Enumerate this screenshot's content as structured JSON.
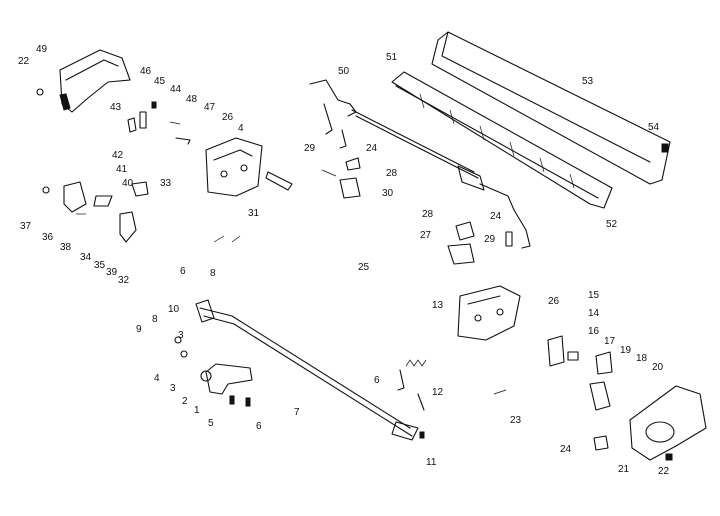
{
  "callouts": [
    "49",
    "22",
    "46",
    "45",
    "44",
    "48",
    "47",
    "26",
    "4",
    "43",
    "42",
    "41",
    "40",
    "33",
    "31",
    "37",
    "36",
    "38",
    "34",
    "35",
    "39",
    "32",
    "6",
    "8",
    "50",
    "51",
    "53",
    "54",
    "29",
    "24",
    "28",
    "30",
    "52",
    "28",
    "27",
    "29",
    "24",
    "25",
    "13",
    "26",
    "15",
    "14",
    "16",
    "17",
    "19",
    "18",
    "20",
    "10",
    "9",
    "8",
    "3",
    "4",
    "3",
    "2",
    "1",
    "5",
    "6",
    "7",
    "6",
    "12",
    "11",
    "23",
    "24",
    "21",
    "22"
  ]
}
